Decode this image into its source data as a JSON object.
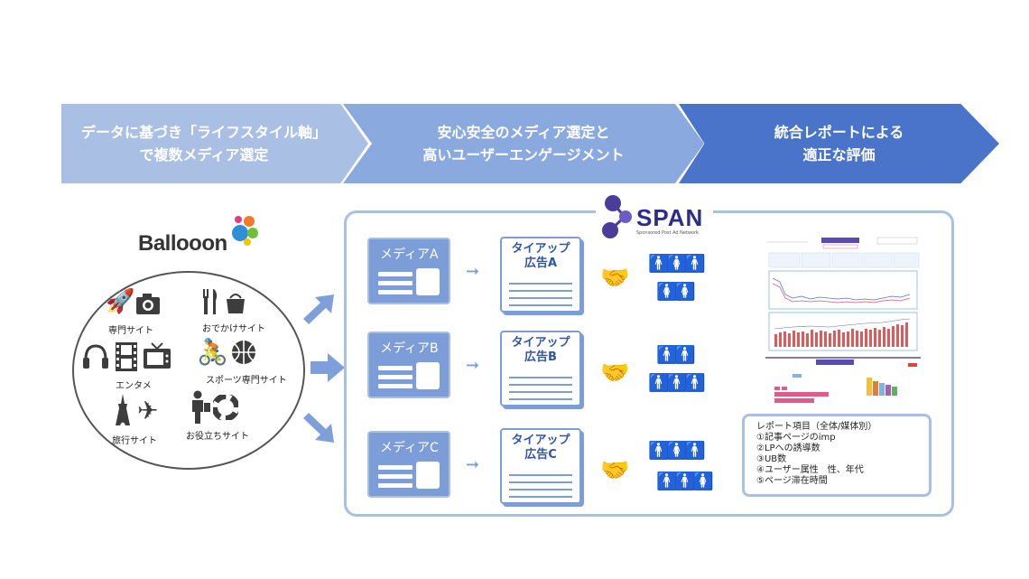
{
  "banner": {
    "step1": "データに基づき「ライフスタイル軸」\nで複数メディア選定",
    "step2": "安心安全のメディア選定と\n高いユーザーエンゲージメント",
    "step3": "統合レポートによる\n適正な評価"
  },
  "balloon": {
    "logo": "Ballooon",
    "categories": {
      "specialty": "専門サイト",
      "outing": "おでかけサイト",
      "entertainment": "エンタメ",
      "sports": "スポーツ専門サイト",
      "travel": "旅行サイト",
      "useful": "お役立ちサイト"
    }
  },
  "span": {
    "logo": "SPAN",
    "tagline": "Sponsored Post Ad Network"
  },
  "media_rows": [
    {
      "media": "メディアA",
      "tieup": "タイアップ\n広告A"
    },
    {
      "media": "メディアB",
      "tieup": "タイアップ\n広告B"
    },
    {
      "media": "メディアC",
      "tieup": "タイアップ\n広告C"
    }
  ],
  "report": {
    "header": "レポート項目（全体/媒体別）",
    "items": [
      "①記事ページのimp",
      "②LPへの誘導数",
      "③UB数",
      "④ユーザー属性　性、年代",
      "⑤ページ滞在時間"
    ]
  },
  "colors": {
    "chevron_light": "#a9bfe4",
    "chevron_mid": "#8aa9df",
    "chevron_dark": "#4a74c9",
    "media_fill": "#7d9dd8",
    "container_border": "#a8bfe6",
    "people": "#2d5bb0"
  },
  "icons": [
    "rocket-icon",
    "camera-icon",
    "cutlery-icon",
    "bag-icon",
    "headphones-icon",
    "film-icon",
    "tv-icon",
    "cyclist-icon",
    "basketball-icon",
    "eiffel-tower-icon",
    "airplane-icon",
    "person-icon",
    "lifebuoy-icon",
    "handshake-icon"
  ]
}
